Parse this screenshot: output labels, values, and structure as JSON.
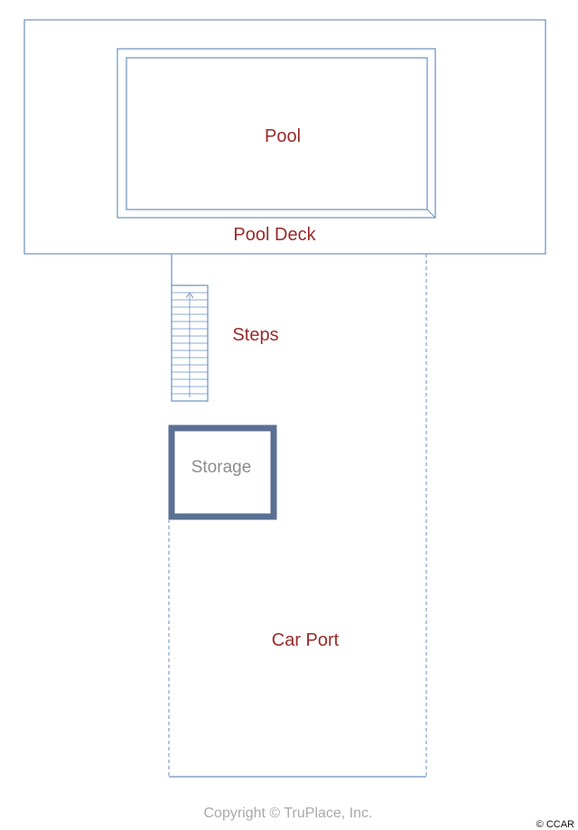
{
  "plan": {
    "labels": {
      "pool": "Pool",
      "pool_deck": "Pool Deck",
      "steps": "Steps",
      "storage": "Storage",
      "car_port": "Car Port"
    },
    "copyright": "Copyright © TruPlace, Inc.",
    "watermark": "© CCAR"
  },
  "colors": {
    "outline": "#6a8fc0",
    "label": "#9b2a2a",
    "storage_wall": "#5a6f93",
    "storage_label": "#8c8c8c",
    "copyright": "#a9a9a9"
  }
}
